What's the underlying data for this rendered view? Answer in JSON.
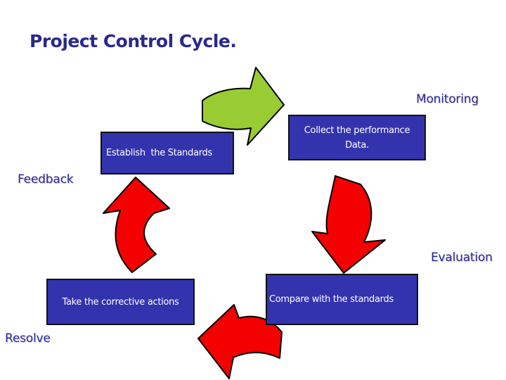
{
  "title": "Project Control Cycle.",
  "labels": {
    "monitoring": "Monitoring",
    "feedback": "Feedback",
    "evaluation": "Evaluation",
    "resolve": "Resolve"
  },
  "boxes": {
    "establish": {
      "text": "Establish  the Standards"
    },
    "collect": {
      "line1": "Collect the performance",
      "line2": "Data."
    },
    "take": {
      "text": "Take the corrective actions"
    },
    "compare": {
      "text": "Compare with the standards"
    }
  },
  "arrows": {
    "monitor_green": {
      "direction": "down-right",
      "color": "#99CC33"
    },
    "feedback_red": {
      "direction": "up",
      "color": "#F40000"
    },
    "evaluation_red": {
      "direction": "down",
      "color": "#F40000"
    },
    "resolve_red": {
      "direction": "left",
      "color": "#F40000"
    }
  },
  "colors": {
    "background": "#FFFFFF",
    "title_text": "#29298C",
    "label_text": "#2B2B94",
    "box_fill": "#3333AE",
    "box_border": "#111111",
    "box_text": "#FFFFFF",
    "arrow_green": "#99CC33",
    "arrow_red": "#F40000",
    "arrow_outline": "#000000"
  }
}
